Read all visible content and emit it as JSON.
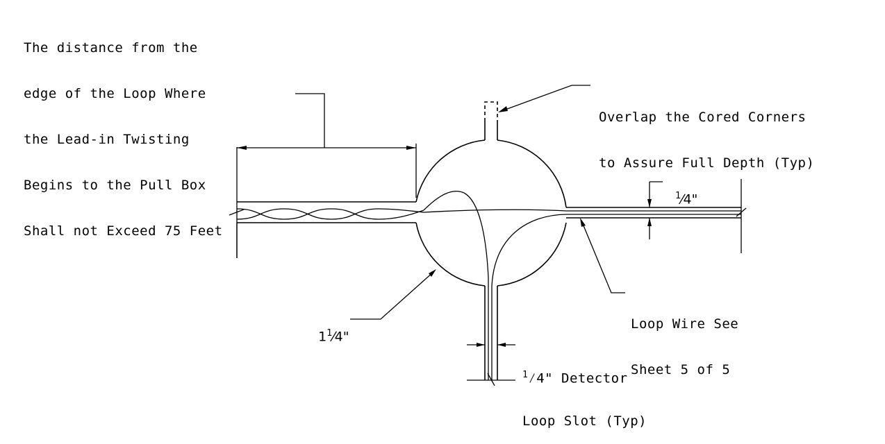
{
  "callouts": {
    "lead_in": {
      "lines": [
        "The distance from the",
        "edge of the Loop Where",
        "the Lead-in Twisting",
        "Begins to the Pull Box",
        "Shall not Exceed 75 Feet"
      ]
    },
    "overlap": {
      "lines": [
        "Overlap the Cored Corners",
        "to Assure Full Depth (Typ)"
      ]
    },
    "loop_wire": {
      "lines": [
        "Loop Wire See",
        "Sheet 5 of 5"
      ]
    },
    "slot": {
      "lines": [
        "⁄4\" Detector",
        "Loop Slot (Typ)"
      ],
      "fraction_numerator": "1"
    }
  },
  "dimensions": {
    "quarter_inch": {
      "numerator": "1",
      "text": "⁄4\""
    },
    "one_quarter_inch": {
      "whole": "1",
      "numerator": "1",
      "text": "⁄4\""
    }
  },
  "colors": {
    "ink": "#000000",
    "paper": "#ffffff"
  }
}
